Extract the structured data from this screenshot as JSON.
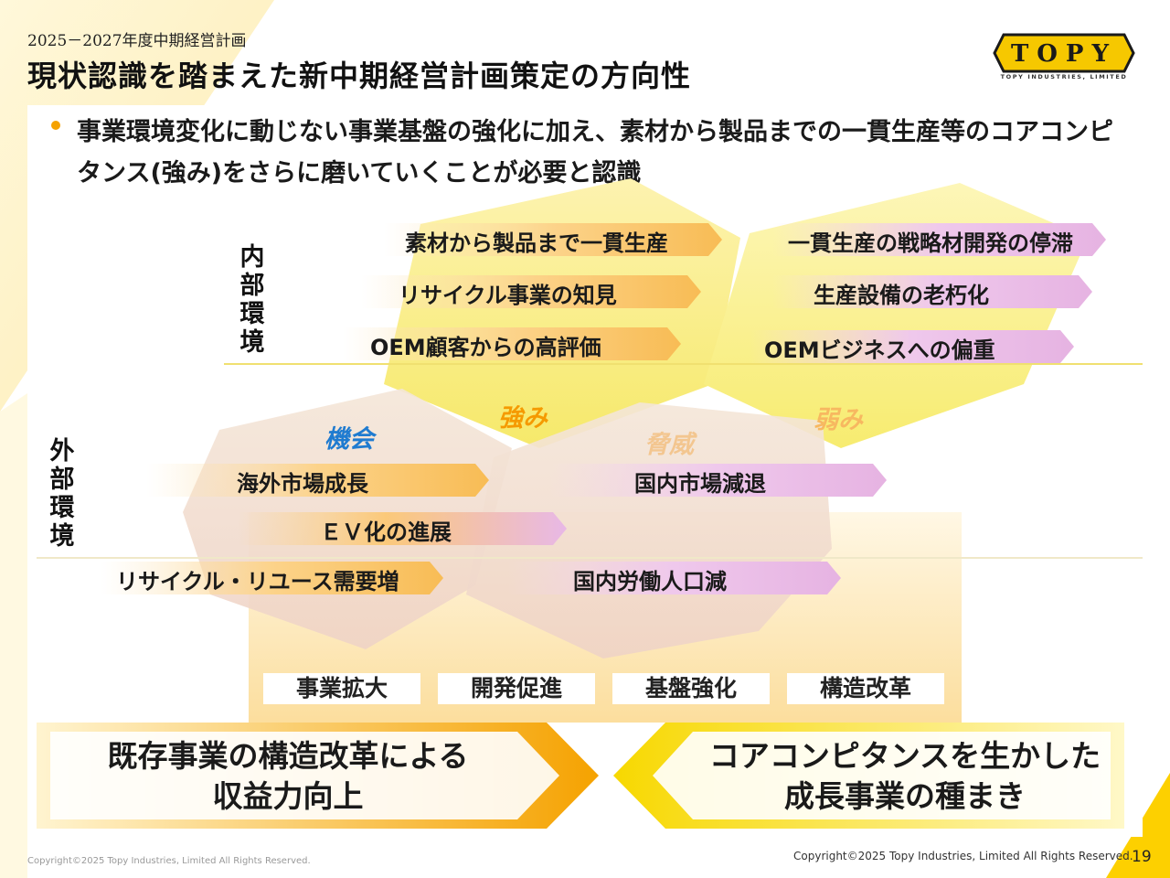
{
  "header": {
    "subtitle": "2025－2027年度中期経営計画",
    "title": "現状認識を踏まえた新中期経営計画策定の方向性"
  },
  "logo": {
    "letters": "TOPY",
    "tagline": "TOPY INDUSTRIES, LIMITED"
  },
  "bullet": {
    "text": "事業環境変化に動じない事業基盤の強化に加え、素材から製品までの一貫生産等のコアコンピタンス(強み)をさらに磨いていくことが必要と認識"
  },
  "axis_labels": {
    "internal": "内部環境",
    "external": "外部環境"
  },
  "quadrants": {
    "strengths": "強み",
    "weaknesses": "弱み",
    "opportunities": "機会",
    "threats": "脅威"
  },
  "strengths_items": [
    "素材から製品まで一貫生産",
    "リサイクル事業の知見",
    "OEM顧客からの高評価"
  ],
  "weaknesses_items": [
    "一貫生産の戦略材開発の停滞",
    "生産設備の老朽化",
    "OEMビジネスへの偏重"
  ],
  "opportunities_items": [
    "海外市場成長",
    "ＥＶ化の進展",
    "リサイクル・リユース需要増"
  ],
  "threats_items": [
    "国内市場減退",
    "国内労働人口減"
  ],
  "strategies": [
    "事業拡大",
    "開発促進",
    "基盤強化",
    "構造改革"
  ],
  "results": {
    "left": "既存事業の構造改革による\n収益力向上",
    "right": "コアコンピタンスを生かした\n成長事業の種まき"
  },
  "footer": {
    "left_copyright": "Copyright©2025 Topy Industries, Limited All Rights Reserved.",
    "right_copyright": "Copyright©2025 Topy Industries, Limited All Rights Reserved.",
    "page_number": "19"
  },
  "colors": {
    "accent_yellow": "#fbe232",
    "accent_orange": "#f5a200",
    "weakness_pink": "#e8b8e6",
    "opportunity_blue": "#1f7bd0",
    "strength_orange": "#f59a00"
  }
}
